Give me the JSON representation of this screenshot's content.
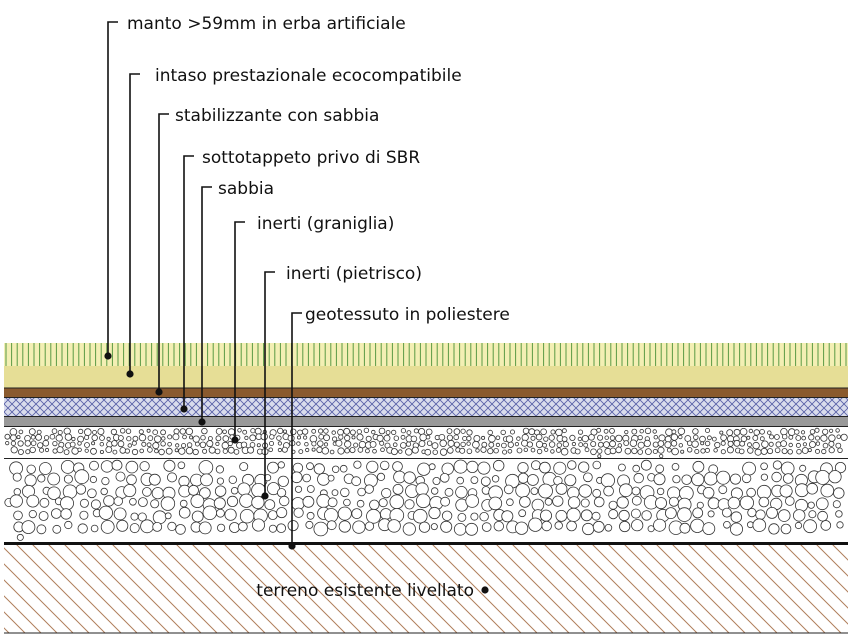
{
  "diagram": {
    "layers": [
      {
        "id": "manto",
        "label": "manto >59mm in erba artificiale",
        "color": "#f3efb4",
        "stroke_color": "#5a9a44"
      },
      {
        "id": "intaso",
        "label": "intaso prestazionale ecocompatibile",
        "color": "#e6de96"
      },
      {
        "id": "stabilizzante",
        "label": "stabilizzante con sabbia",
        "color": "#8a5a2e"
      },
      {
        "id": "sottotappeto",
        "label": "sottotappeto privo di SBR",
        "color": "#d9dcec",
        "pattern_color": "#5b63a8"
      },
      {
        "id": "sabbia",
        "label": "sabbia",
        "color": "#999999"
      },
      {
        "id": "graniglia",
        "label": "inerti (graniglia)",
        "color": "#ffffff"
      },
      {
        "id": "pietrisco",
        "label": "inerti (pietrisco)",
        "color": "#ffffff"
      },
      {
        "id": "geotessuto",
        "label": "geotessuto in poliestere",
        "color": "#111111"
      },
      {
        "id": "terreno",
        "label": "terreno esistente livellato",
        "color": "#ffffff",
        "pattern_color": "#b07f5c"
      }
    ]
  }
}
